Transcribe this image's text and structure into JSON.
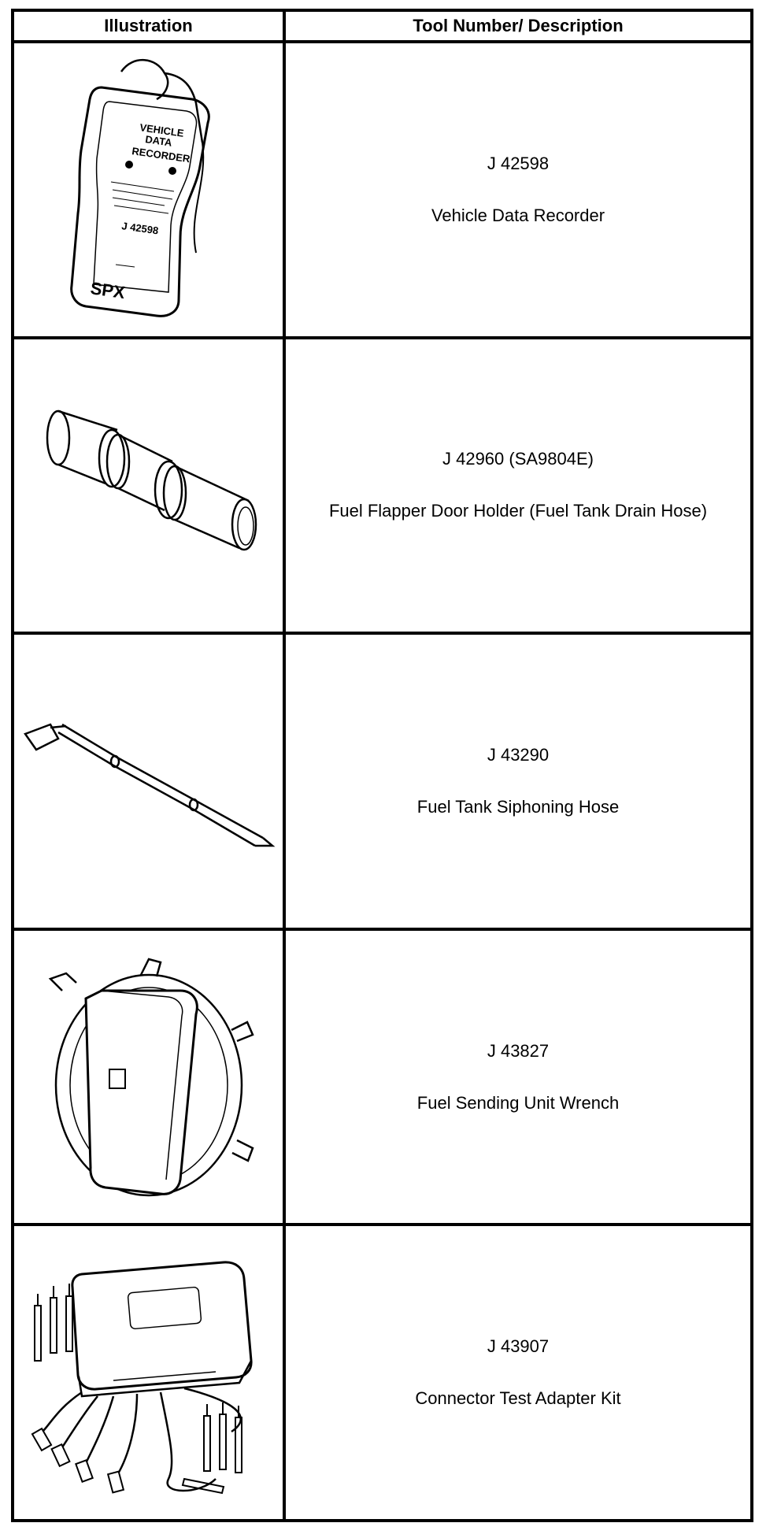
{
  "table": {
    "headers": [
      "Illustration",
      "Tool Number/ Description"
    ],
    "rows": [
      {
        "number": "J 42598",
        "description": "Vehicle Data Recorder",
        "icon": "vehicle-data-recorder-icon",
        "device_text": [
          "VEHICLE",
          "DATA",
          "RECORDER",
          "J 42598",
          "SPX"
        ]
      },
      {
        "number": "J 42960 (SA9804E)",
        "description": "Fuel Flapper Door Holder (Fuel Tank Drain Hose)",
        "icon": "flapper-door-holder-icon"
      },
      {
        "number": "J 43290",
        "description": "Fuel Tank Siphoning Hose",
        "icon": "siphoning-hose-icon"
      },
      {
        "number": "J 43827",
        "description": "Fuel Sending Unit Wrench",
        "icon": "sending-unit-wrench-icon"
      },
      {
        "number": "J 43907",
        "description": "Connector Test Adapter Kit",
        "icon": "test-adapter-kit-icon"
      }
    ]
  }
}
